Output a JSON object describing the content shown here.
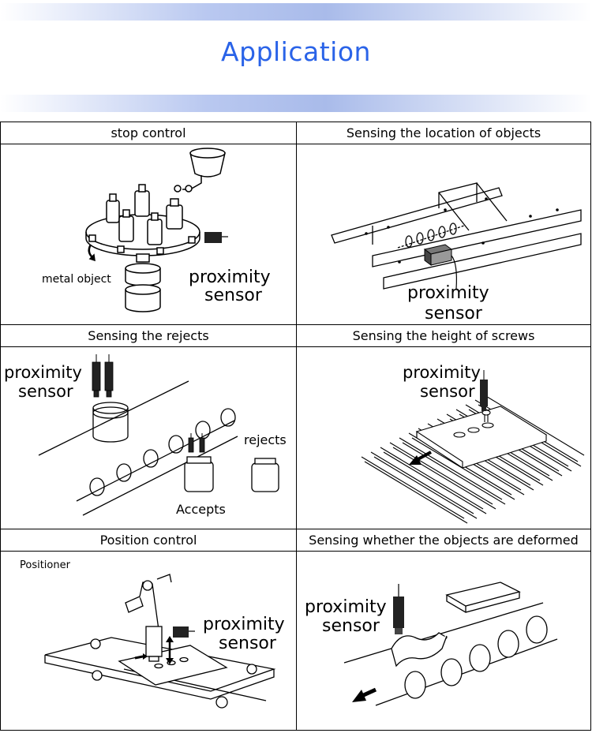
{
  "page": {
    "title": "Application"
  },
  "panels": [
    {
      "heading": "stop control",
      "labels": {
        "object": "metal object",
        "sensor_line1": "proximity",
        "sensor_line2": "sensor"
      }
    },
    {
      "heading": "Sensing the location of objects",
      "labels": {
        "sensor_line1": "proximity",
        "sensor_line2": "sensor"
      }
    },
    {
      "heading": "Sensing the rejects",
      "labels": {
        "sensor_line1": "proximity",
        "sensor_line2": "sensor",
        "rejects": "rejects",
        "accepts": "Accepts"
      }
    },
    {
      "heading": "Sensing the height of screws",
      "labels": {
        "sensor_line1": "proximity",
        "sensor_line2": "sensor"
      }
    },
    {
      "heading": "Position control",
      "labels": {
        "positioner": "Positioner",
        "sensor_line1": "proximity",
        "sensor_line2": "sensor"
      }
    },
    {
      "heading": "Sensing whether the objects are deformed",
      "labels": {
        "sensor_line1": "proximity",
        "sensor_line2": "sensor"
      }
    }
  ]
}
